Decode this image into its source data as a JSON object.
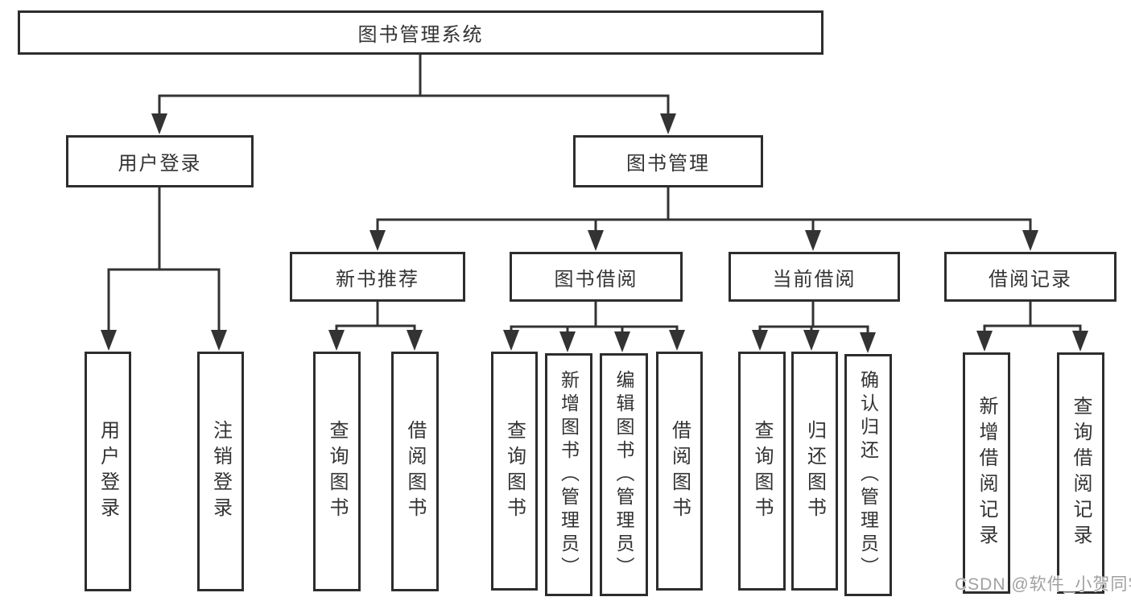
{
  "root": {
    "label": "图书管理系统"
  },
  "login": {
    "label": "用户登录",
    "leaves": [
      {
        "label": "用户登录"
      },
      {
        "label": "注销登录"
      }
    ]
  },
  "mgmt": {
    "label": "图书管理",
    "groups": [
      {
        "label": "新书推荐",
        "leaves": [
          {
            "label": "查询图书"
          },
          {
            "label": "借阅图书"
          }
        ]
      },
      {
        "label": "图书借阅",
        "leaves": [
          {
            "label": "查询图书"
          },
          {
            "label": "新增图书（管理员）"
          },
          {
            "label": "编辑图书（管理员）"
          },
          {
            "label": "借阅图书"
          }
        ]
      },
      {
        "label": "当前借阅",
        "leaves": [
          {
            "label": "查询图书"
          },
          {
            "label": "归还图书"
          },
          {
            "label": "确认归还（管理员）"
          }
        ]
      },
      {
        "label": "借阅记录",
        "leaves": [
          {
            "label": "新增借阅记录"
          },
          {
            "label": "查询借阅记录"
          }
        ]
      }
    ]
  },
  "watermark": "CSDN @软件_小贺同学",
  "colors": {
    "line": "#333333",
    "box_border": "#2d2d2d",
    "text": "#333333",
    "background": "#ffffff",
    "watermark": "#a0a0a0"
  }
}
